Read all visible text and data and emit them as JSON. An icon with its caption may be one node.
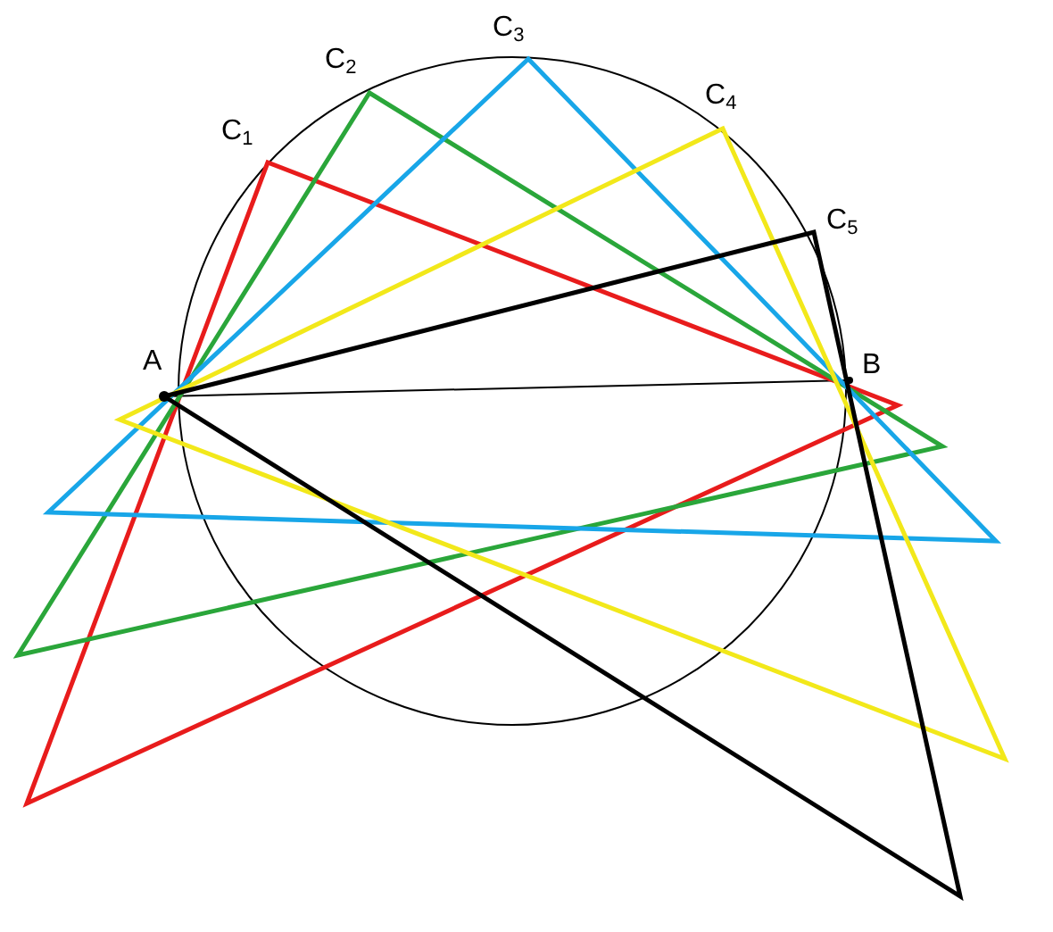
{
  "diagram": {
    "labels": [
      "C$_{1}$",
      "C$_{2}$",
      "C$_{3}$",
      "C$_{4}$",
      "C$_{5}$",
      "A",
      "B"
    ]
  }
}
